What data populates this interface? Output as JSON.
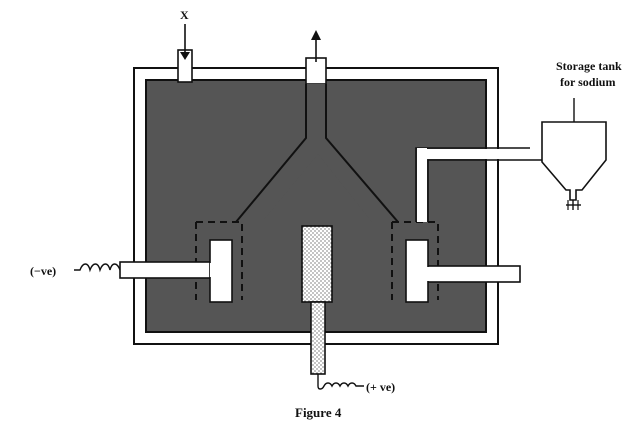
{
  "labels": {
    "inlet": "X",
    "storage_line1": "Storage tank",
    "storage_line2": "for sodium",
    "cathode_terminal": "(−ve)",
    "anode_terminal": "(+ ve)"
  },
  "caption": "Figure 4",
  "colors": {
    "electrolyte": "#555555",
    "outline": "#111111",
    "background": "#ffffff"
  }
}
